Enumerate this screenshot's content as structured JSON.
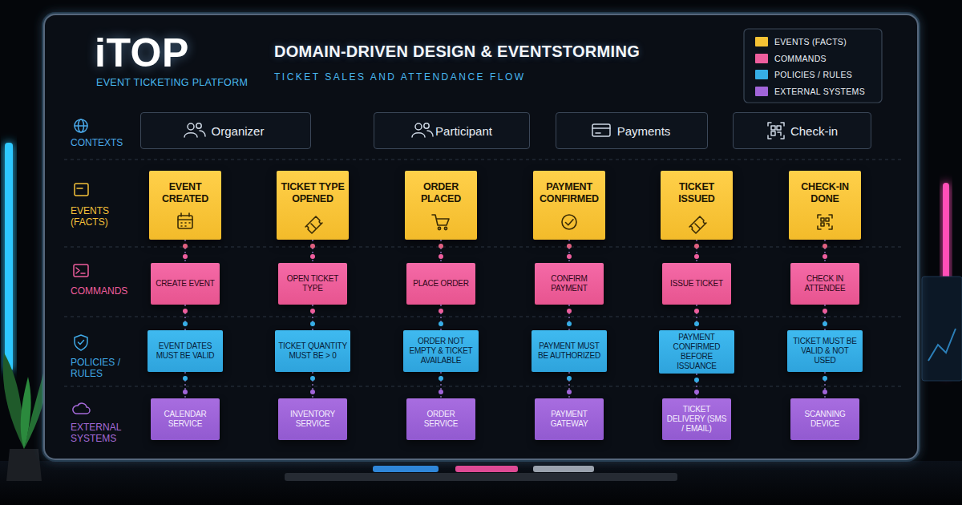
{
  "diagram": {
    "title": "DOMAIN-DRIVEN DESIGN & EVENTSTORMING",
    "nodes": [
      {
        "text": [
          "Organizer"
        ]
      },
      {
        "text": [
          "Participant"
        ]
      },
      {
        "text": [
          "Payments"
        ]
      },
      {
        "text": [
          "Check-in"
        ]
      },
      {
        "text": [
          "EVENT CREATED"
        ]
      },
      {
        "text": [
          "TICKET TYPE OPENED"
        ]
      },
      {
        "text": [
          "ORDER PLACED"
        ]
      },
      {
        "text": [
          "PAYMENT CONFIRMED"
        ]
      },
      {
        "text": [
          "TICKET ISSUED"
        ]
      },
      {
        "text": [
          "CHECK-IN DONE"
        ]
      },
      {
        "text": [
          "CREATE EVENT"
        ]
      },
      {
        "text": [
          "OPEN TICKET TYPE"
        ]
      },
      {
        "text": [
          "PLACE ORDER"
        ]
      },
      {
        "text": [
          "CONFIRM PAYMENT"
        ]
      },
      {
        "text": [
          "ISSUE TICKET"
        ]
      },
      {
        "text": [
          "CHECK IN ATTENDEE"
        ]
      },
      {
        "text": [
          "EVENT DATES MUST BE VALID"
        ]
      },
      {
        "text": [
          "TICKET QUANTITY MUST BE > 0"
        ]
      },
      {
        "text": [
          "ORDER NOT EMPTY & TICKET AVAILABLE"
        ]
      },
      {
        "text": [
          "PAYMENT MUST BE AUTHORIZED"
        ]
      },
      {
        "text": [
          "PAYMENT CONFIRMED BEFORE ISSUANCE"
        ]
      },
      {
        "text": [
          "TICKET MUST BE VALID & NOT USED"
        ]
      },
      {
        "text": [
          "CALENDAR SERVICE"
        ]
      },
      {
        "text": [
          "INVENTORY SERVICE"
        ]
      },
      {
        "text": [
          "ORDER SERVICE"
        ]
      },
      {
        "text": [
          "PAYMENT GATEWAY"
        ]
      },
      {
        "text": [
          "TICKET DELIVERY (SMS / EMAIL)"
        ]
      },
      {
        "text": [
          "SCANNING DEVICE"
        ]
      }
    ],
    "edges": [
      {
        "from": 4,
        "to": 5,
        "arrow": "to"
      },
      {
        "from": 5,
        "to": 6,
        "arrow": "to"
      },
      {
        "from": 6,
        "to": 7,
        "arrow": "to"
      },
      {
        "from": 7,
        "to": 8,
        "arrow": "to"
      },
      {
        "from": 8,
        "to": 9,
        "arrow": "to"
      },
      {
        "from": 4,
        "to": 10,
        "arrow": "none"
      },
      {
        "from": 5,
        "to": 11,
        "arrow": "none"
      },
      {
        "from": 6,
        "to": 12,
        "arrow": "none"
      },
      {
        "from": 7,
        "to": 13,
        "arrow": "none"
      },
      {
        "from": 8,
        "to": 14,
        "arrow": "none"
      },
      {
        "from": 9,
        "to": 15,
        "arrow": "none"
      },
      {
        "from": 10,
        "to": 16,
        "arrow": "none"
      },
      {
        "from": 11,
        "to": 17,
        "arrow": "none"
      },
      {
        "from": 12,
        "to": 18,
        "arrow": "none"
      },
      {
        "from": 13,
        "to": 19,
        "arrow": "none"
      },
      {
        "from": 14,
        "to": 20,
        "arrow": "none"
      },
      {
        "from": 15,
        "to": 21,
        "arrow": "none"
      },
      {
        "from": 16,
        "to": 22,
        "arrow": "none"
      },
      {
        "from": 17,
        "to": 23,
        "arrow": "none"
      },
      {
        "from": 18,
        "to": 24,
        "arrow": "none"
      },
      {
        "from": 19,
        "to": 25,
        "arrow": "none"
      },
      {
        "from": 20,
        "to": 26,
        "arrow": "none"
      },
      {
        "from": 21,
        "to": 27,
        "arrow": "none"
      }
    ],
    "labels": [
      "iTOP",
      "EVENT TICKETING PLATFORM",
      "TICKET SALES AND ATTENDANCE FLOW",
      "CONTEXTS",
      "EVENTS (FACTS)",
      "COMMANDS",
      "POLICIES / RULES",
      "EXTERNAL SYSTEMS"
    ],
    "legend": [
      {
        "text": "EVENTS (FACTS)",
        "color": "#f5c234"
      },
      {
        "text": "COMMANDS",
        "color": "#ee5e9d"
      },
      {
        "text": "POLICIES / RULES",
        "color": "#36aee6"
      },
      {
        "text": "EXTERNAL SYSTEMS",
        "color": "#a165d9"
      }
    ]
  }
}
